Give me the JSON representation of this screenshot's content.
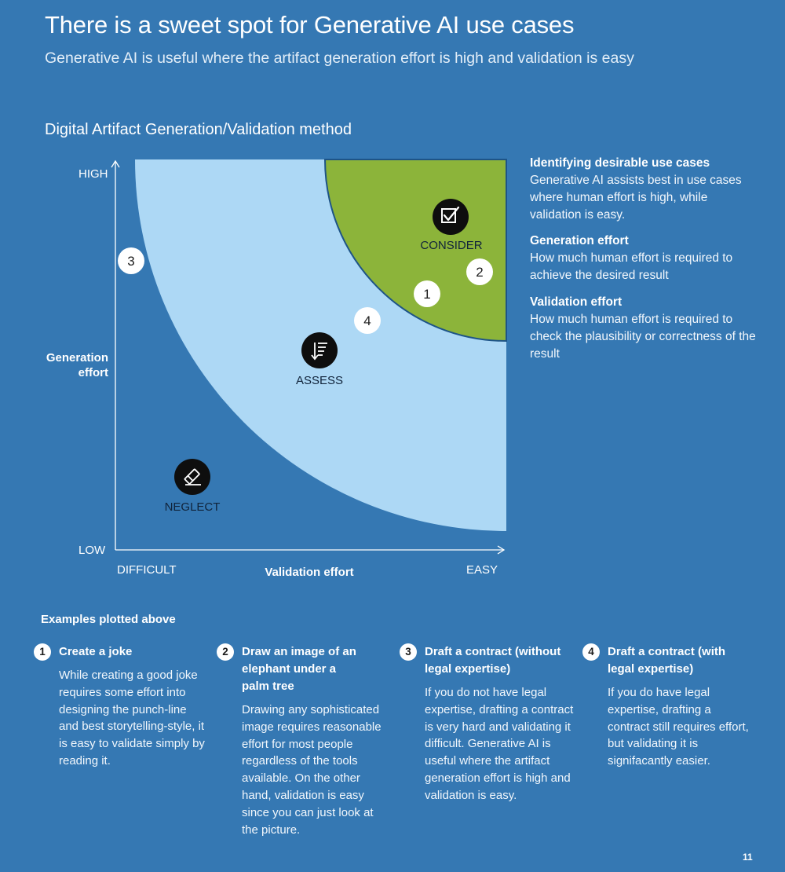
{
  "header": {
    "title": "There is a sweet spot for Generative AI use cases",
    "subtitle": "Generative AI is useful where the artifact generation effort is high and validation is easy"
  },
  "diagram": {
    "heading": "Digital Artifact Generation/Validation method",
    "y_axis": {
      "label_line1": "Generation",
      "label_line2": "effort",
      "high": "HIGH",
      "low": "LOW"
    },
    "x_axis": {
      "label": "Validation effort",
      "left": "DIFFICULT",
      "right": "EASY"
    },
    "zones": {
      "consider": {
        "label": "CONSIDER",
        "icon": "checkbox-icon",
        "color": "#8cb43a"
      },
      "assess": {
        "label": "ASSESS",
        "icon": "sort-descending-icon",
        "color": "#add8f5"
      },
      "neglect": {
        "label": "NEGLECT",
        "icon": "eraser-icon",
        "color": "#3578b3"
      }
    },
    "markers": [
      "1",
      "2",
      "3",
      "4"
    ]
  },
  "sidebar": [
    {
      "heading": "Identifying desirable use cases",
      "text": "Generative AI assists best in use cases where human effort is high, while validation is easy."
    },
    {
      "heading": "Generation effort",
      "text": "How much human effort is required to achieve the desired result"
    },
    {
      "heading": "Validation effort",
      "text": "How much human effort is required to check the plausibility or correctness of the result"
    }
  ],
  "examples": {
    "heading": "Examples plotted above",
    "items": [
      {
        "number": "1",
        "title": "Create a joke",
        "text": "While creating a good joke requires some effort into designing the punch-line and best storytelling-style, it is easy to validate simply by reading it."
      },
      {
        "number": "2",
        "title": "Draw an image of an elephant under a palm tree",
        "text": "Drawing any sophisticated image requires reasonable effort for most people regardless of the tools available. On the other hand, validation is easy since you can just look at the picture."
      },
      {
        "number": "3",
        "title": "Draft a contract (without legal expertise)",
        "text": "If you do not have legal expertise, drafting a contract is very hard and validating it difficult. Generative AI is useful where the artifact generation effort is high and validation is easy."
      },
      {
        "number": "4",
        "title": "Draft a contract (with legal expertise)",
        "text": "If you do have legal expertise, drafting a contract still requires effort, but validating it is signifacantly easier."
      }
    ]
  },
  "page_number": "11",
  "colors": {
    "background": "#3578b3",
    "consider": "#8cb43a",
    "assess": "#add8f5",
    "boundary": "#1e5487"
  }
}
